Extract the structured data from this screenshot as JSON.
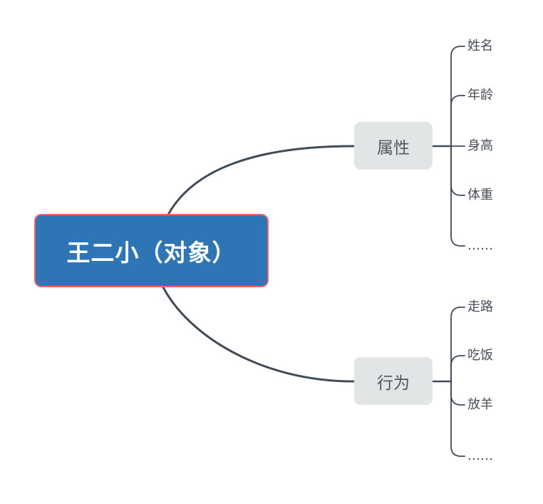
{
  "root": {
    "label": "王二小（对象）"
  },
  "branches": [
    {
      "label": "属性",
      "children": [
        "姓名",
        "年龄",
        "身高",
        "体重",
        "……"
      ]
    },
    {
      "label": "行为",
      "children": [
        "走路",
        "吃饭",
        "放羊",
        "……"
      ]
    }
  ],
  "colors": {
    "background": "#ffffff",
    "connector": "#414b57",
    "root_fill": "#2e75b6",
    "root_border": "#f2636c",
    "root_text": "#ffffff",
    "branch_fill": "#e1e5e6",
    "branch_text": "#50575f",
    "leaf_text": "#474e58"
  }
}
